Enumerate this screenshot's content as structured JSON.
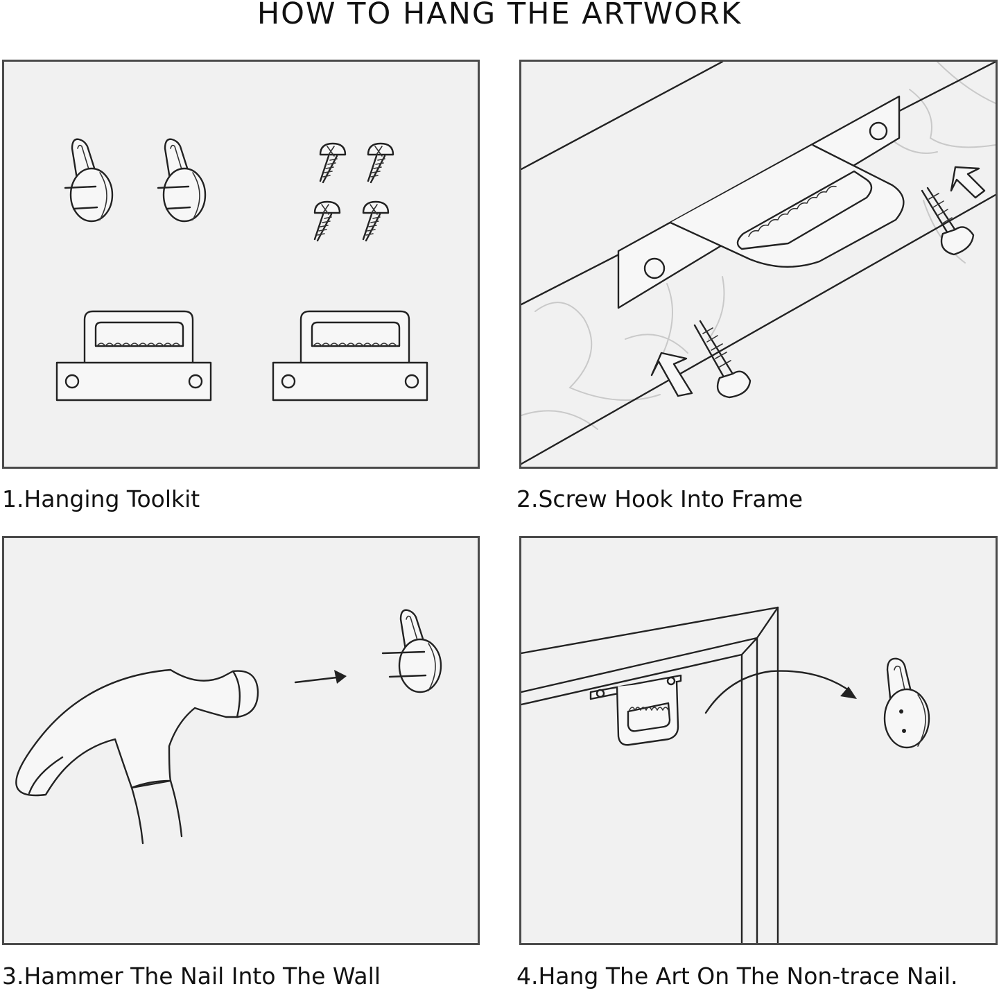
{
  "title": "HOW TO HANG THE ARTWORK",
  "steps": [
    {
      "label": "1.Hanging Toolkit"
    },
    {
      "label": "2.Screw Hook Into Frame"
    },
    {
      "label": "3.Hammer The Nail Into The Wall"
    },
    {
      "label": "4.Hang The Art On The Non-trace Nail."
    }
  ],
  "colors": {
    "panel_bg": "#f1f1f1",
    "panel_border": "#4a4a4a",
    "text": "#111111"
  },
  "icons": [
    "nail-hook-icon",
    "screw-icon",
    "sawtooth-hanger-icon",
    "hammer-icon",
    "arrow-icon",
    "frame-icon"
  ]
}
